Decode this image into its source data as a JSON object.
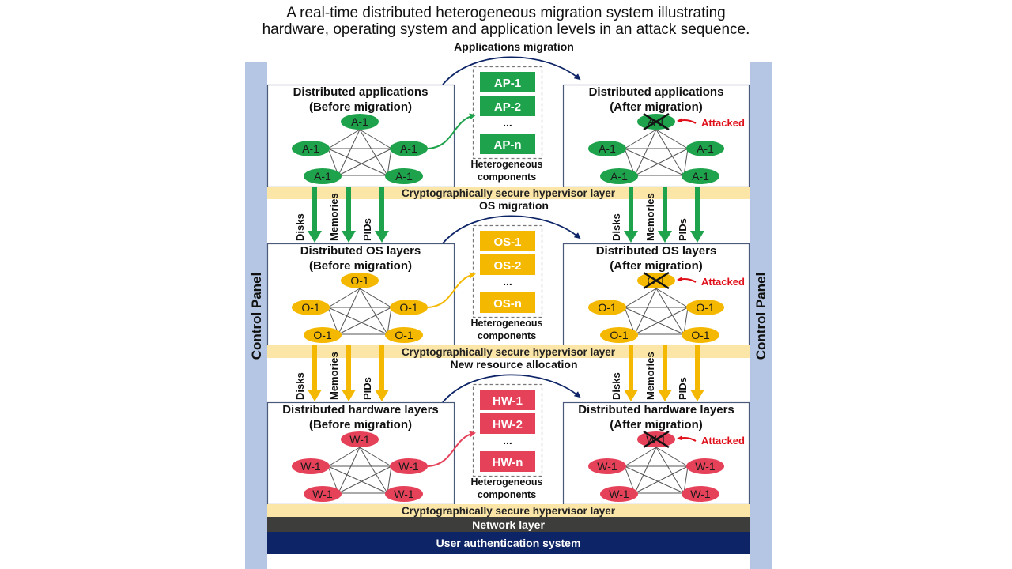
{
  "title": {
    "line1": "A real-time distributed heterogeneous migration system illustrating",
    "line2": "hardware, operating system and application levels in an attack sequence."
  },
  "control_panel_label": "Control Panel",
  "hypervisor_label": "Cryptographically secure hypervisor layer",
  "network_label": "Network layer",
  "auth_label": "User authentication system",
  "heterogeneous_label": [
    "Heterogeneous",
    "components"
  ],
  "attacked_label": "Attacked",
  "resource_labels": [
    "Disks",
    "Memories",
    "PIDs"
  ],
  "ellipsis": "...",
  "colors": {
    "panel": "#b4c6e4",
    "hypervisor": "#fbe6a8",
    "network": "#3d3d3b",
    "auth": "#0d2466",
    "attacked": "#e0101a",
    "curve": "#0d2466"
  },
  "tiers": [
    {
      "migration_label": "Applications migration",
      "before_title": [
        "Distributed applications",
        "(Before migration)"
      ],
      "after_title": [
        "Distributed applications",
        "(After migration)"
      ],
      "node_label": "A-1",
      "components": [
        "AP-1",
        "AP-2",
        "AP-n"
      ],
      "color": "#1ea34c",
      "text_color": "#1a1a1a"
    },
    {
      "migration_label": "OS migration",
      "before_title": [
        "Distributed OS layers",
        "(Before migration)"
      ],
      "after_title": [
        "Distributed OS layers",
        "(After migration)"
      ],
      "node_label": "O-1",
      "components": [
        "OS-1",
        "OS-2",
        "OS-n"
      ],
      "color": "#f5b800",
      "text_color": "#1a1a1a"
    },
    {
      "migration_label": "New resource allocation",
      "before_title": [
        "Distributed hardware layers",
        "(Before migration)"
      ],
      "after_title": [
        "Distributed hardware layers",
        "(After migration)"
      ],
      "node_label": "W-1",
      "components": [
        "HW-1",
        "HW-2",
        "HW-n"
      ],
      "color": "#e5425a",
      "text_color": "#1a1a1a"
    }
  ]
}
